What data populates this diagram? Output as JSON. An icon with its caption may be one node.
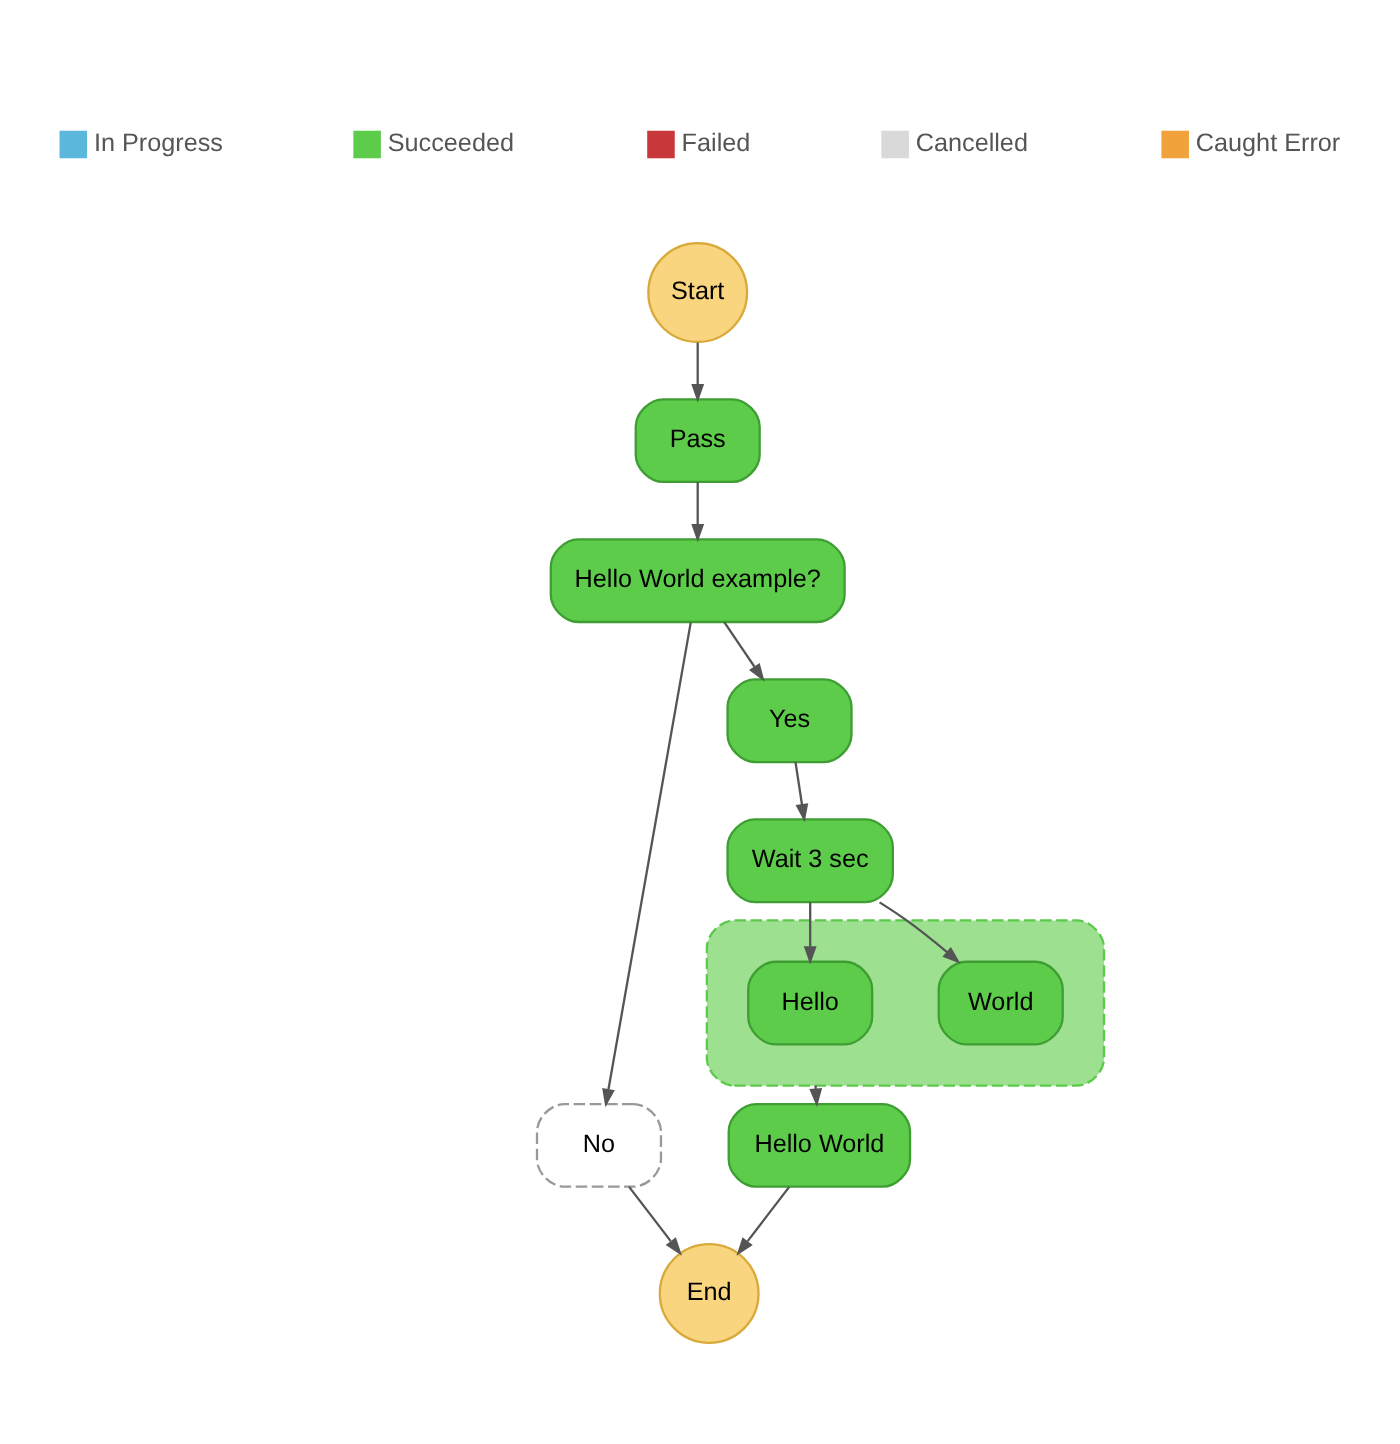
{
  "diagram": {
    "nodes": [
      {
        "text": [
          "Start"
        ]
      },
      {
        "text": [
          "Pass"
        ]
      },
      {
        "text": [
          "Hello World example?"
        ]
      },
      {
        "text": [
          "Yes"
        ]
      },
      {
        "text": [
          "Wait 3 sec"
        ]
      },
      {
        "text": [],
        "shape": "box"
      },
      {
        "text": [
          "Hello"
        ],
        "in": 5
      },
      {
        "text": [
          "World"
        ],
        "in": 5
      },
      {
        "text": [
          "No"
        ]
      },
      {
        "text": [
          "Hello World"
        ]
      },
      {
        "text": [
          "End"
        ]
      }
    ],
    "edges": [
      {
        "from": 0,
        "to": 1,
        "arrow": "to"
      },
      {
        "from": 1,
        "to": 2,
        "arrow": "to"
      },
      {
        "from": 2,
        "to": 8,
        "arrow": "to"
      },
      {
        "from": 2,
        "to": 3,
        "arrow": "to"
      },
      {
        "from": 3,
        "to": 4,
        "arrow": "to"
      },
      {
        "from": 4,
        "to": 6,
        "arrow": "to"
      },
      {
        "from": 4,
        "to": 7,
        "arrow": "to"
      },
      {
        "from": 5,
        "to": 9,
        "arrow": "to"
      },
      {
        "from": 8,
        "to": 10,
        "arrow": "to"
      },
      {
        "from": 9,
        "to": 10,
        "arrow": "to"
      }
    ],
    "legend": [
      {
        "text": "In Progress",
        "color": "#5bb8dc"
      },
      {
        "text": "Succeeded",
        "color": "#5ccc4a"
      },
      {
        "text": "Failed",
        "color": "#c8373a"
      },
      {
        "text": "Cancelled",
        "color": "#d9d9d9"
      },
      {
        "text": "Caught Error",
        "color": "#f2a23a"
      }
    ]
  }
}
